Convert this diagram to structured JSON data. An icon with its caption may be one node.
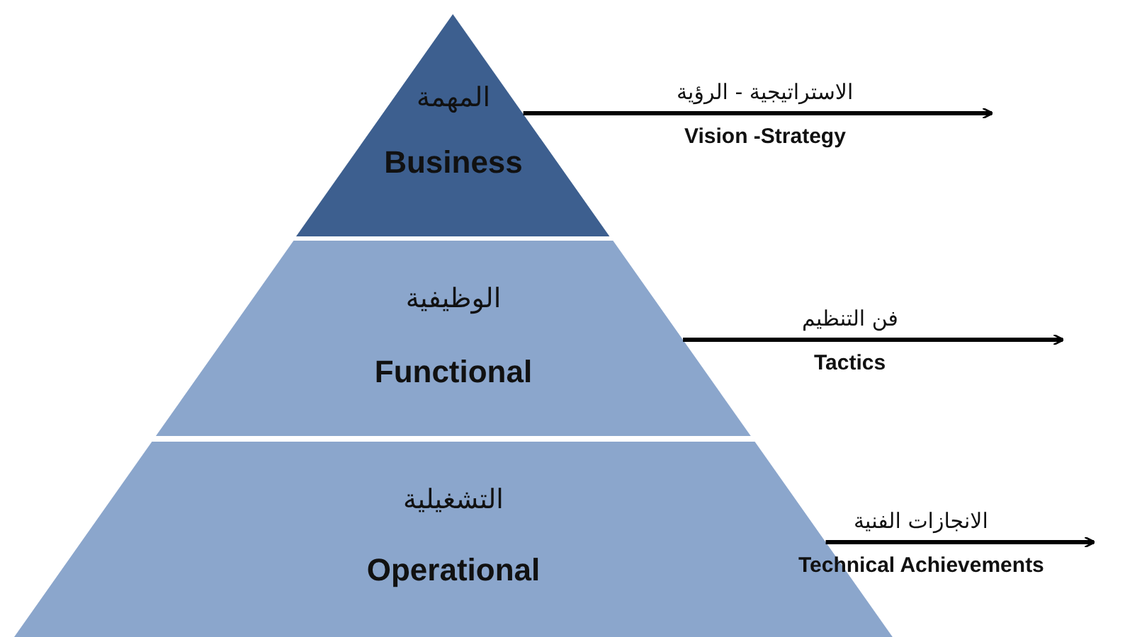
{
  "diagram": {
    "nodes": [
      {
        "text": [
          "المهمة",
          "Business"
        ]
      },
      {
        "text": [
          "الوظيفية",
          "Functional"
        ]
      },
      {
        "text": [
          "التشغيلية",
          "Operational"
        ]
      }
    ],
    "edges": [
      {
        "from": 0,
        "to": null,
        "arrow": "to",
        "label": "الاستراتيجية - الرؤية"
      },
      {
        "from": 1,
        "to": null,
        "arrow": "to",
        "label": "فن التنظيم"
      },
      {
        "from": 2,
        "to": null,
        "arrow": "to",
        "label": "الانجازات الفنية"
      }
    ],
    "labels": [
      "Vision -Strategy",
      "Tactics",
      "Technical Achievements"
    ]
  }
}
